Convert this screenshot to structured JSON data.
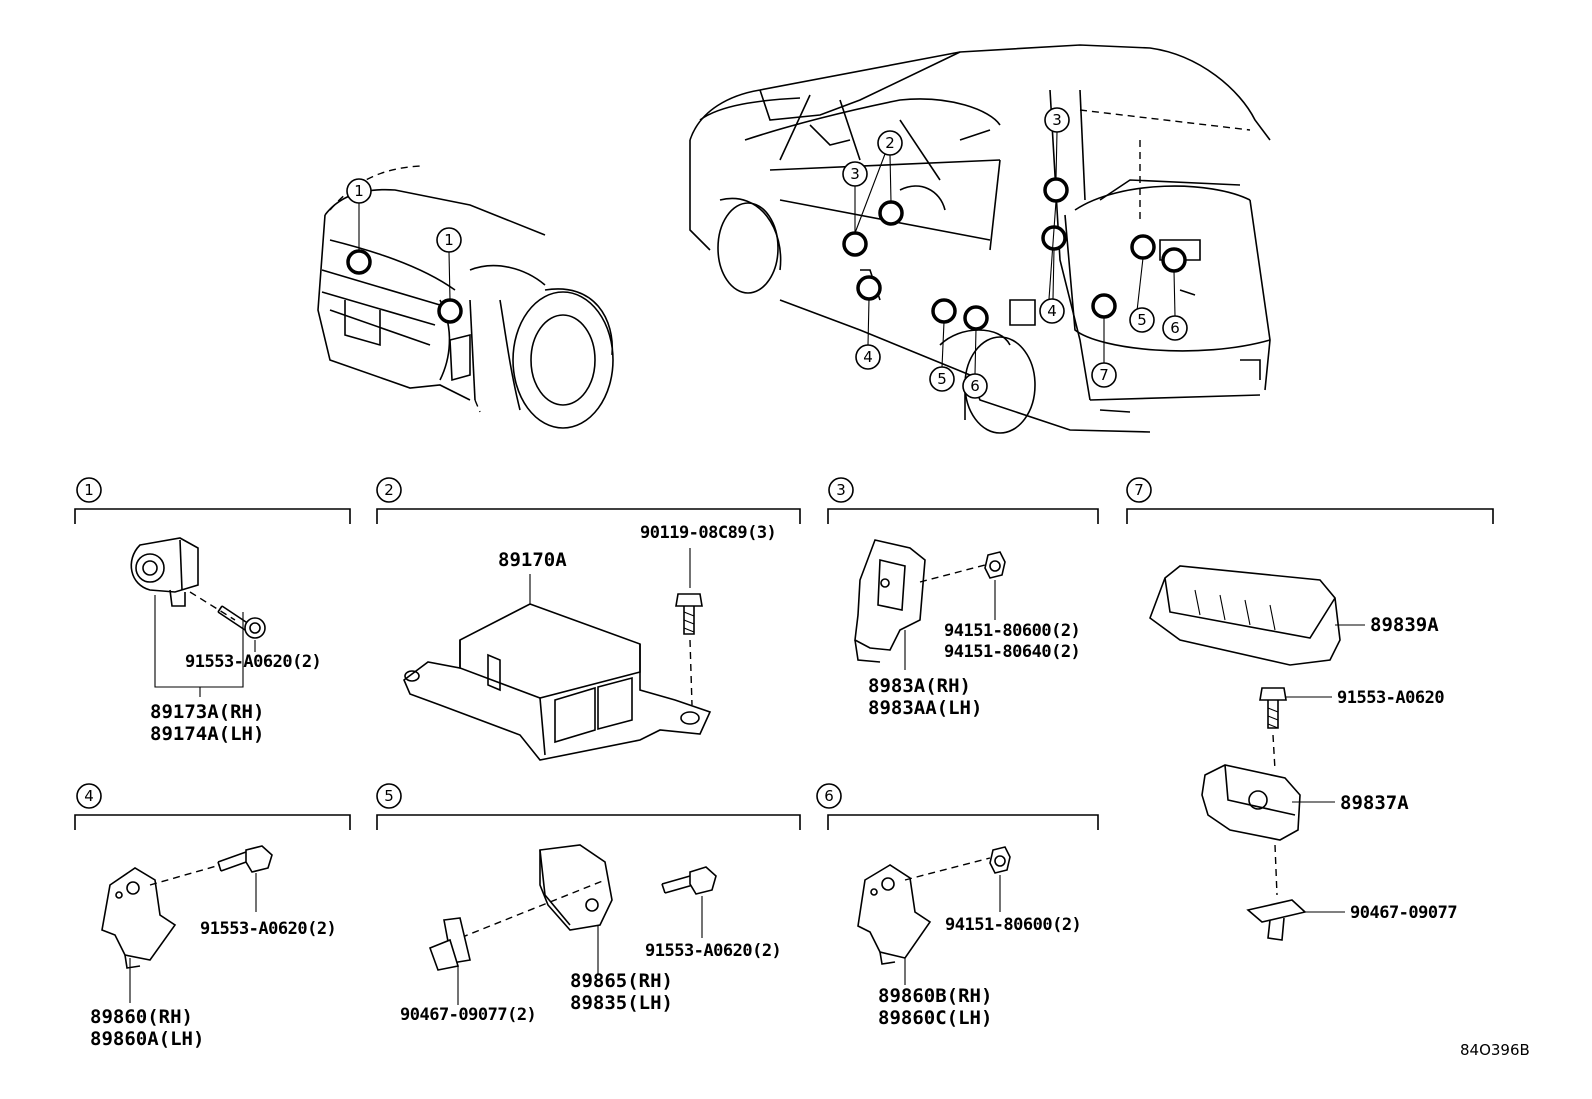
{
  "diagram_id": "84O396B",
  "callout_numbers": [
    "1",
    "2",
    "3",
    "4",
    "5",
    "6",
    "7"
  ],
  "sections": {
    "s1": {
      "number": "1",
      "parts": {
        "bolt": "91553-A0620(2)",
        "sensor_rh": "89173A(RH)",
        "sensor_lh": "89174A(LH)"
      }
    },
    "s2": {
      "number": "2",
      "parts": {
        "bolt": "90119-08C89(3)",
        "ecu": "89170A"
      }
    },
    "s3": {
      "number": "3",
      "parts": {
        "nut_a": "94151-80600(2)",
        "nut_b": "94151-80640(2)",
        "sensor_rh": "8983A(RH)",
        "sensor_lh": "8983AA(LH)"
      }
    },
    "s4": {
      "number": "4",
      "parts": {
        "bolt": "91553-A0620(2)",
        "sensor_rh": "89860(RH)",
        "sensor_lh": "89860A(LH)"
      }
    },
    "s5": {
      "number": "5",
      "parts": {
        "bolt": "91553-A0620(2)",
        "clip": "90467-09077(2)",
        "sensor_rh": "89865(RH)",
        "sensor_lh": "89835(LH)"
      }
    },
    "s6": {
      "number": "6",
      "parts": {
        "nut": "94151-80600(2)",
        "sensor_rh": "89860B(RH)",
        "sensor_lh": "89860C(LH)"
      }
    },
    "s7": {
      "number": "7",
      "parts": {
        "cover": "89839A",
        "bolt": "91553-A0620",
        "sensor": "89837A",
        "clip": "90467-09077"
      }
    }
  }
}
